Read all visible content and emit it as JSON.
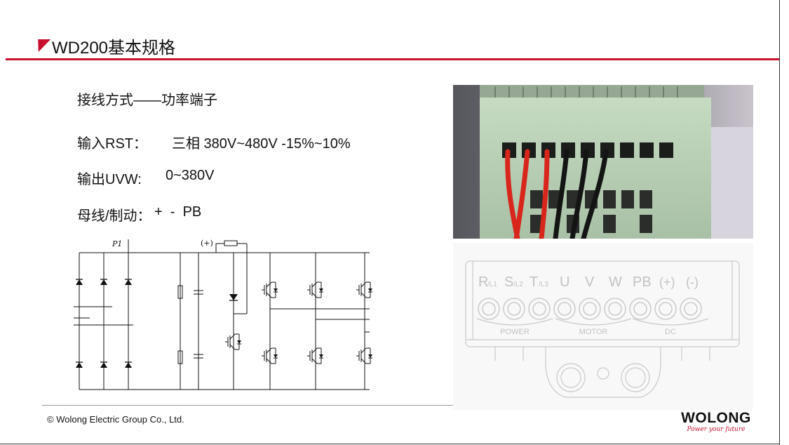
{
  "header": {
    "title": "WD200基本规格"
  },
  "specs": {
    "wiring": "接线方式——功率端子",
    "input_label": "输入RST：",
    "input_value": "三相 380V~480V -15%~10%",
    "output_label": "输出UVW:",
    "output_value": "0~380V",
    "bus_label": "母线/制动：",
    "bus_value": "+  -  PB"
  },
  "diagram": {
    "label_p1": "P1",
    "label_plus": "(+)"
  },
  "terminal_block": {
    "terminals": [
      "R",
      "S",
      "T",
      "U",
      "V",
      "W",
      "PB",
      "(+)",
      "(-)"
    ],
    "subscripts": [
      "/L1",
      "/L2",
      "/L3"
    ],
    "groups": [
      "POWER",
      "MOTOR",
      "DC"
    ]
  },
  "footer": {
    "copyright": "© Wolong Electric Group Co., Ltd.",
    "logo": "WOLONG",
    "tagline": "Power your future"
  },
  "colors": {
    "accent": "#c8102e",
    "housing": "#b7cdb3",
    "wire_red": "#d9261c",
    "wire_black": "#141414"
  }
}
